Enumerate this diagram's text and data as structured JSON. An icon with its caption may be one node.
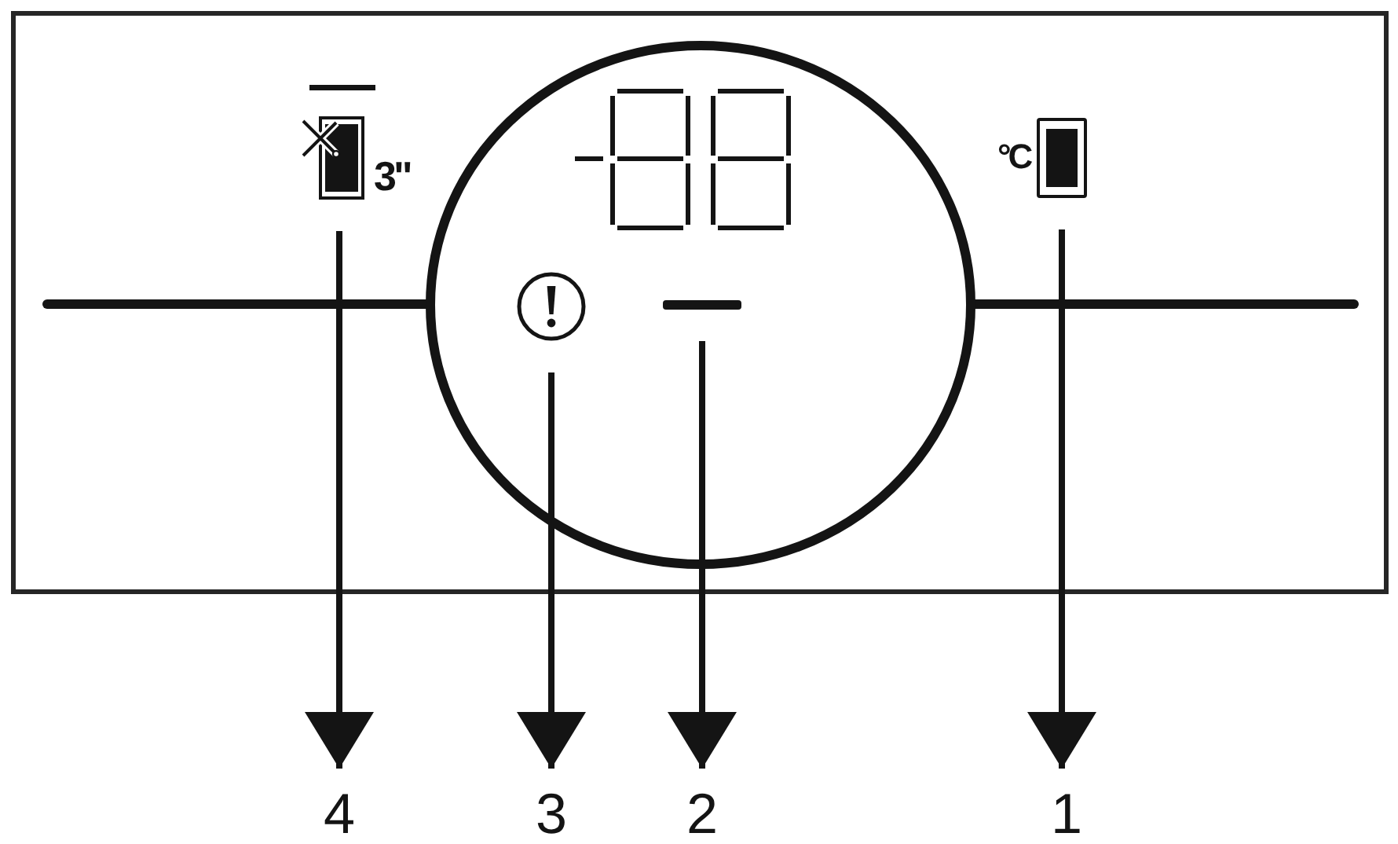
{
  "diagram": {
    "nodes": [
      {
        "text": [],
        "shape": "picture",
        "beside": [
          "3\""
        ]
      },
      {
        "text": [],
        "shape": "picture",
        "beside": [
          "°C"
        ]
      },
      {
        "text": [],
        "shape": "picture"
      },
      {
        "text": [],
        "shape": "bar"
      },
      {
        "text": [
          "4"
        ]
      },
      {
        "text": [
          "3"
        ]
      },
      {
        "text": [
          "2"
        ]
      },
      {
        "text": [
          "1"
        ]
      }
    ],
    "edges": [
      {
        "from": 0,
        "to": 4,
        "arrow": "to"
      },
      {
        "from": 2,
        "to": 5,
        "arrow": "to"
      },
      {
        "from": 3,
        "to": 6,
        "arrow": "to"
      },
      {
        "from": 1,
        "to": 7,
        "arrow": "to"
      }
    ]
  }
}
